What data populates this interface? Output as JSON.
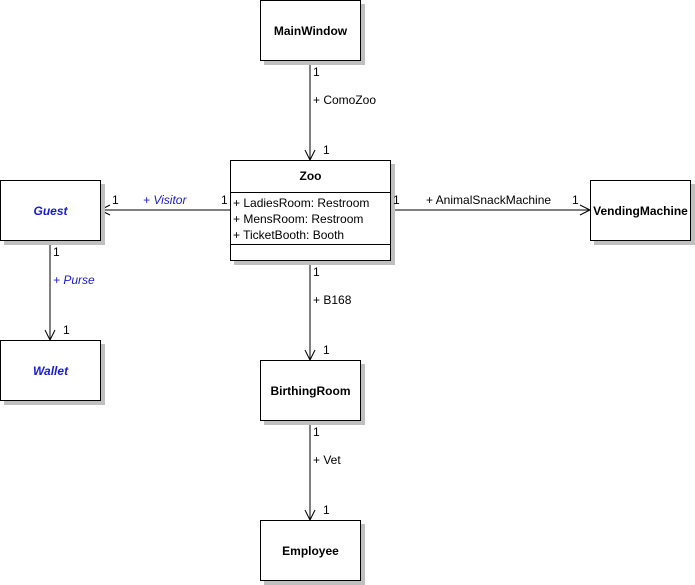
{
  "diagram": {
    "type": "UML class diagram",
    "classes": {
      "main_window": {
        "name": "MainWindow",
        "abstract": false
      },
      "zoo": {
        "name": "Zoo",
        "attributes": [
          "+ LadiesRoom: Restroom",
          "+ MensRoom: Restroom",
          "+ TicketBooth: Booth"
        ]
      },
      "guest": {
        "name": "Guest",
        "abstract": true
      },
      "wallet": {
        "name": "Wallet",
        "abstract": true
      },
      "vending_machine": {
        "name": "VendingMachine",
        "abstract": false
      },
      "birthing_room": {
        "name": "BirthingRoom",
        "abstract": false
      },
      "employee": {
        "name": "Employee",
        "abstract": false
      }
    },
    "associations": {
      "mainwindow_zoo": {
        "from": "MainWindow",
        "to": "Zoo",
        "role": "+ ComoZoo",
        "source_mult": "1",
        "target_mult": "1"
      },
      "zoo_guest": {
        "from": "Zoo",
        "to": "Guest",
        "role": "+ Visitor",
        "source_mult": "1",
        "target_mult": "1"
      },
      "zoo_vending": {
        "from": "Zoo",
        "to": "VendingMachine",
        "role": "+ AnimalSnackMachine",
        "source_mult": "1",
        "target_mult": "1"
      },
      "guest_wallet": {
        "from": "Guest",
        "to": "Wallet",
        "role": "+ Purse",
        "source_mult": "1",
        "target_mult": "1"
      },
      "zoo_birthing": {
        "from": "Zoo",
        "to": "BirthingRoom",
        "role": "+ B168",
        "source_mult": "1",
        "target_mult": "1"
      },
      "birthing_employee": {
        "from": "BirthingRoom",
        "to": "Employee",
        "role": "+ Vet",
        "source_mult": "1",
        "target_mult": "1"
      }
    },
    "colors": {
      "abstract_text": "#1a1ad6",
      "line": "#000000",
      "shadow": "#c0c0c0"
    }
  }
}
